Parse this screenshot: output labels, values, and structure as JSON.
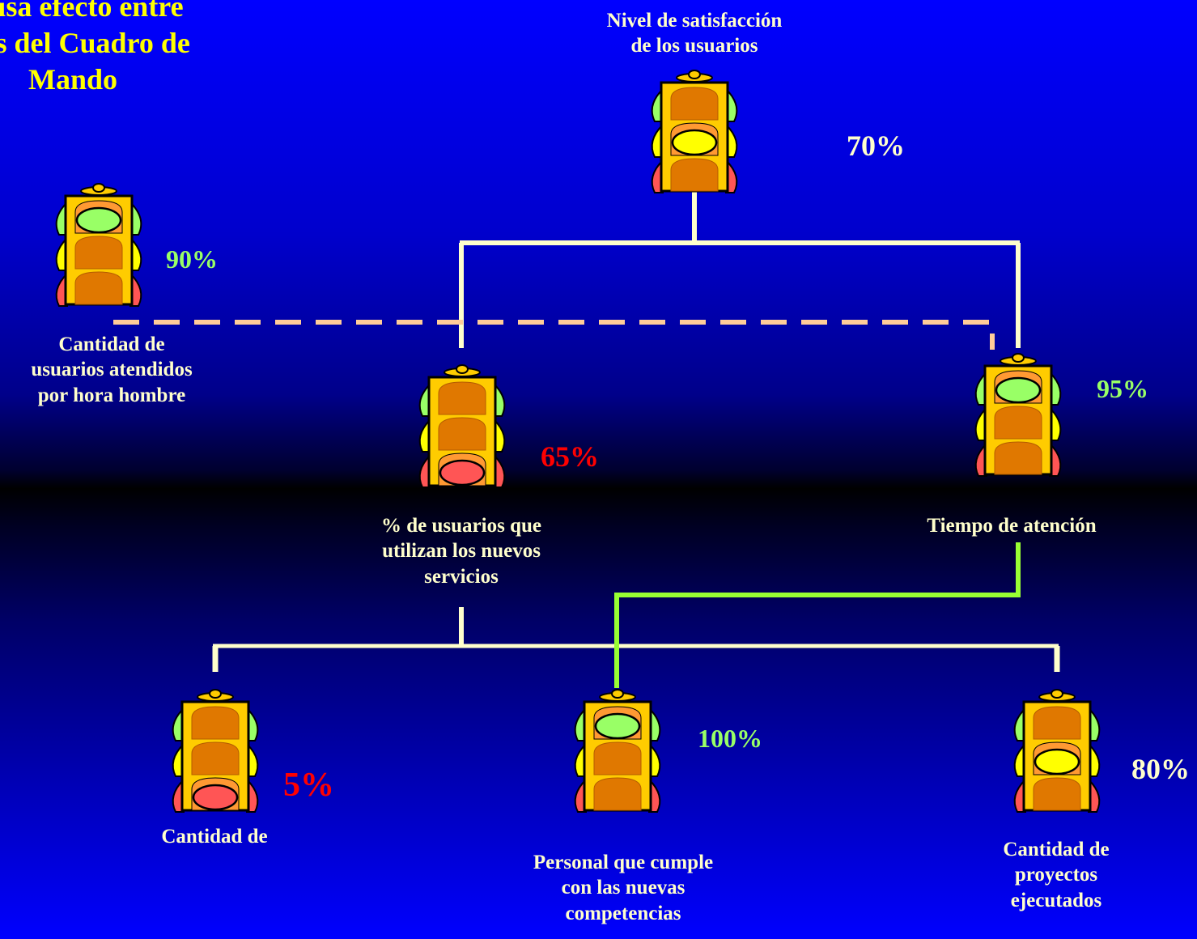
{
  "title": "causa efecto entre\nores del Cuadro de\nMando",
  "nodes": {
    "satisfaccion": {
      "label": "Nivel de satisfacción\nde los usuarios",
      "percent": "70%",
      "light": "yellow",
      "percent_color": "cream"
    },
    "atendidos": {
      "label": "Cantidad de\nusuarios atendidos\npor hora hombre",
      "percent": "90%",
      "light": "green",
      "percent_color": "green"
    },
    "nuevos_servicios": {
      "label": "% de usuarios que\nutilizan los nuevos\nservicios",
      "percent": "65%",
      "light": "red",
      "percent_color": "red"
    },
    "tiempo": {
      "label": "Tiempo de atención",
      "percent": "95%",
      "light": "green",
      "percent_color": "green"
    },
    "cantidad": {
      "label": "Cantidad de",
      "percent": "5%",
      "light": "red",
      "percent_color": "red"
    },
    "personal": {
      "label": "Personal que cumple\ncon las nuevas\ncompetencias",
      "percent": "100%",
      "light": "green",
      "percent_color": "green"
    },
    "proyectos": {
      "label": "Cantidad de\nproyectos\nejecutados",
      "percent": "80%",
      "light": "yellow",
      "percent_color": "cream"
    }
  },
  "colors": {
    "light_green": "#99ff66",
    "light_yellow": "#ffff00",
    "light_red": "#ff5555",
    "housing": "#ffcc00",
    "connector": "#ffffcc",
    "dashed": "#ffcc99",
    "green_connector": "#99ff33"
  }
}
